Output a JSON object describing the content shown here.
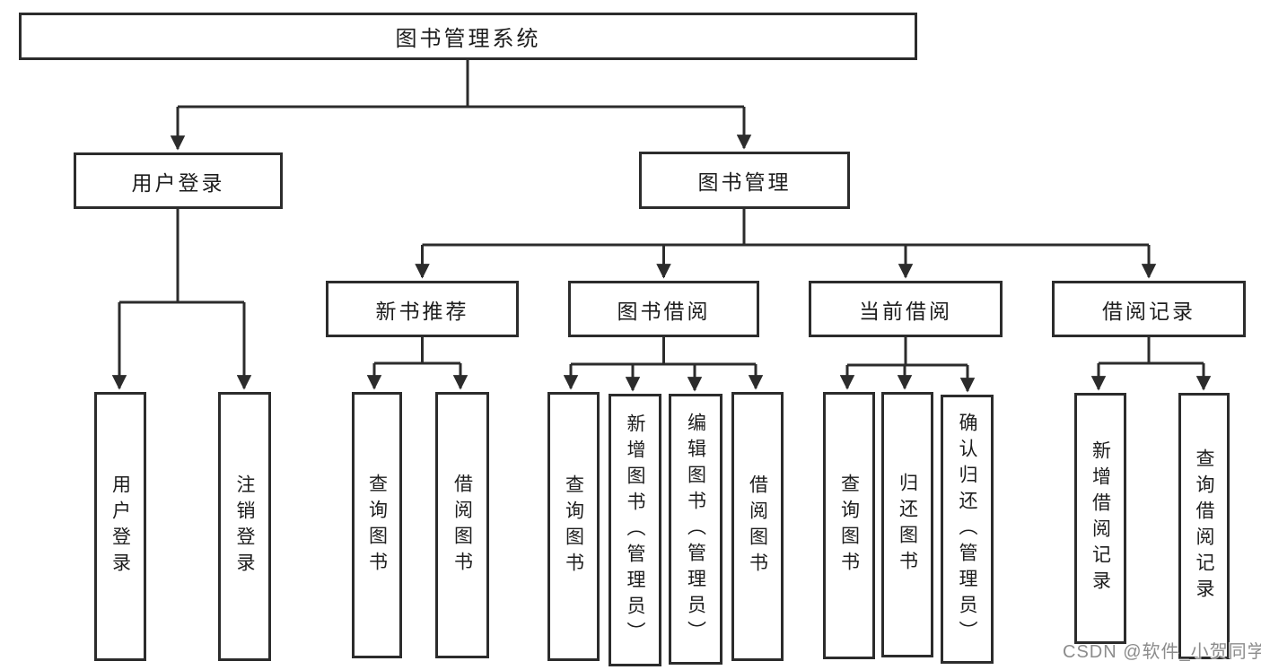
{
  "diagram": {
    "root": {
      "label": "图书管理系统",
      "children": [
        {
          "label": "用户登录",
          "children": [
            {
              "label": "用户登录"
            },
            {
              "label": "注销登录"
            }
          ]
        },
        {
          "label": "图书管理",
          "children": [
            {
              "label": "新书推荐",
              "children": [
                {
                  "label": "查询图书"
                },
                {
                  "label": "借阅图书"
                }
              ]
            },
            {
              "label": "图书借阅",
              "children": [
                {
                  "label": "查询图书"
                },
                {
                  "label": "新增图书（管理员）"
                },
                {
                  "label": "编辑图书（管理员）"
                },
                {
                  "label": "借阅图书"
                }
              ]
            },
            {
              "label": "当前借阅",
              "children": [
                {
                  "label": "查询图书"
                },
                {
                  "label": "归还图书"
                },
                {
                  "label": "确认归还（管理员）"
                }
              ]
            },
            {
              "label": "借阅记录",
              "children": [
                {
                  "label": "新增借阅记录"
                },
                {
                  "label": "查询借阅记录"
                }
              ]
            }
          ]
        }
      ]
    }
  },
  "watermark": {
    "text": "CSDN @软件_小贺同学"
  },
  "colors": {
    "line": "#2c2c2c",
    "text": "#1d1d1d",
    "background": "#ffffff",
    "watermark": "#8c8c8c"
  }
}
